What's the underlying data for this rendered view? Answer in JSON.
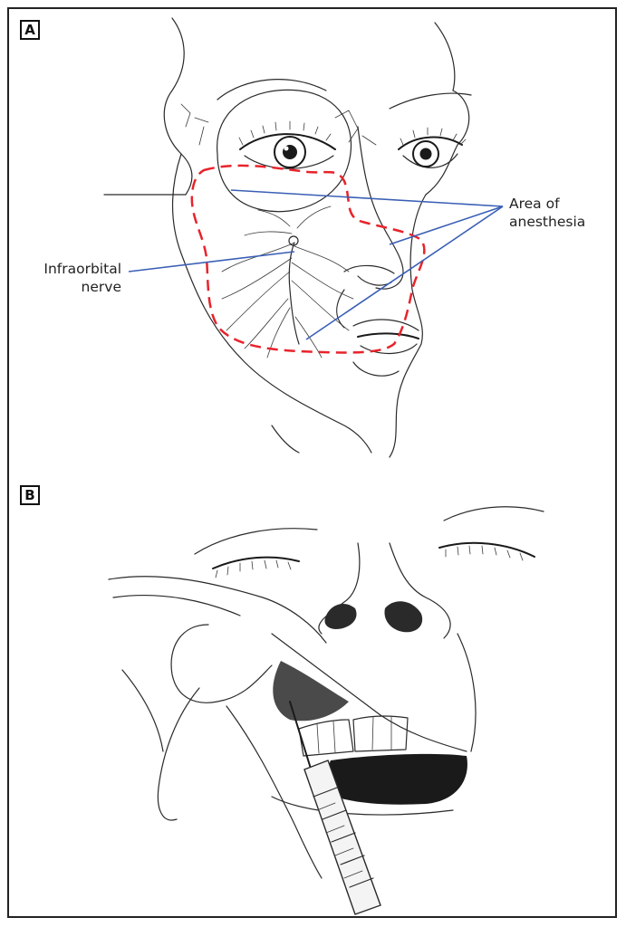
{
  "panels": {
    "a": {
      "letter": "A"
    },
    "b": {
      "letter": "B"
    }
  },
  "labels": {
    "area_line1": "Area of",
    "area_line2": "anesthesia",
    "infra_line1": "Infraorbital",
    "infra_line2": "nerve"
  },
  "colors": {
    "anesthesia_outline": "#e8232b",
    "leader_lines": "#3a5fb5",
    "ink": "#2a2a2a"
  }
}
